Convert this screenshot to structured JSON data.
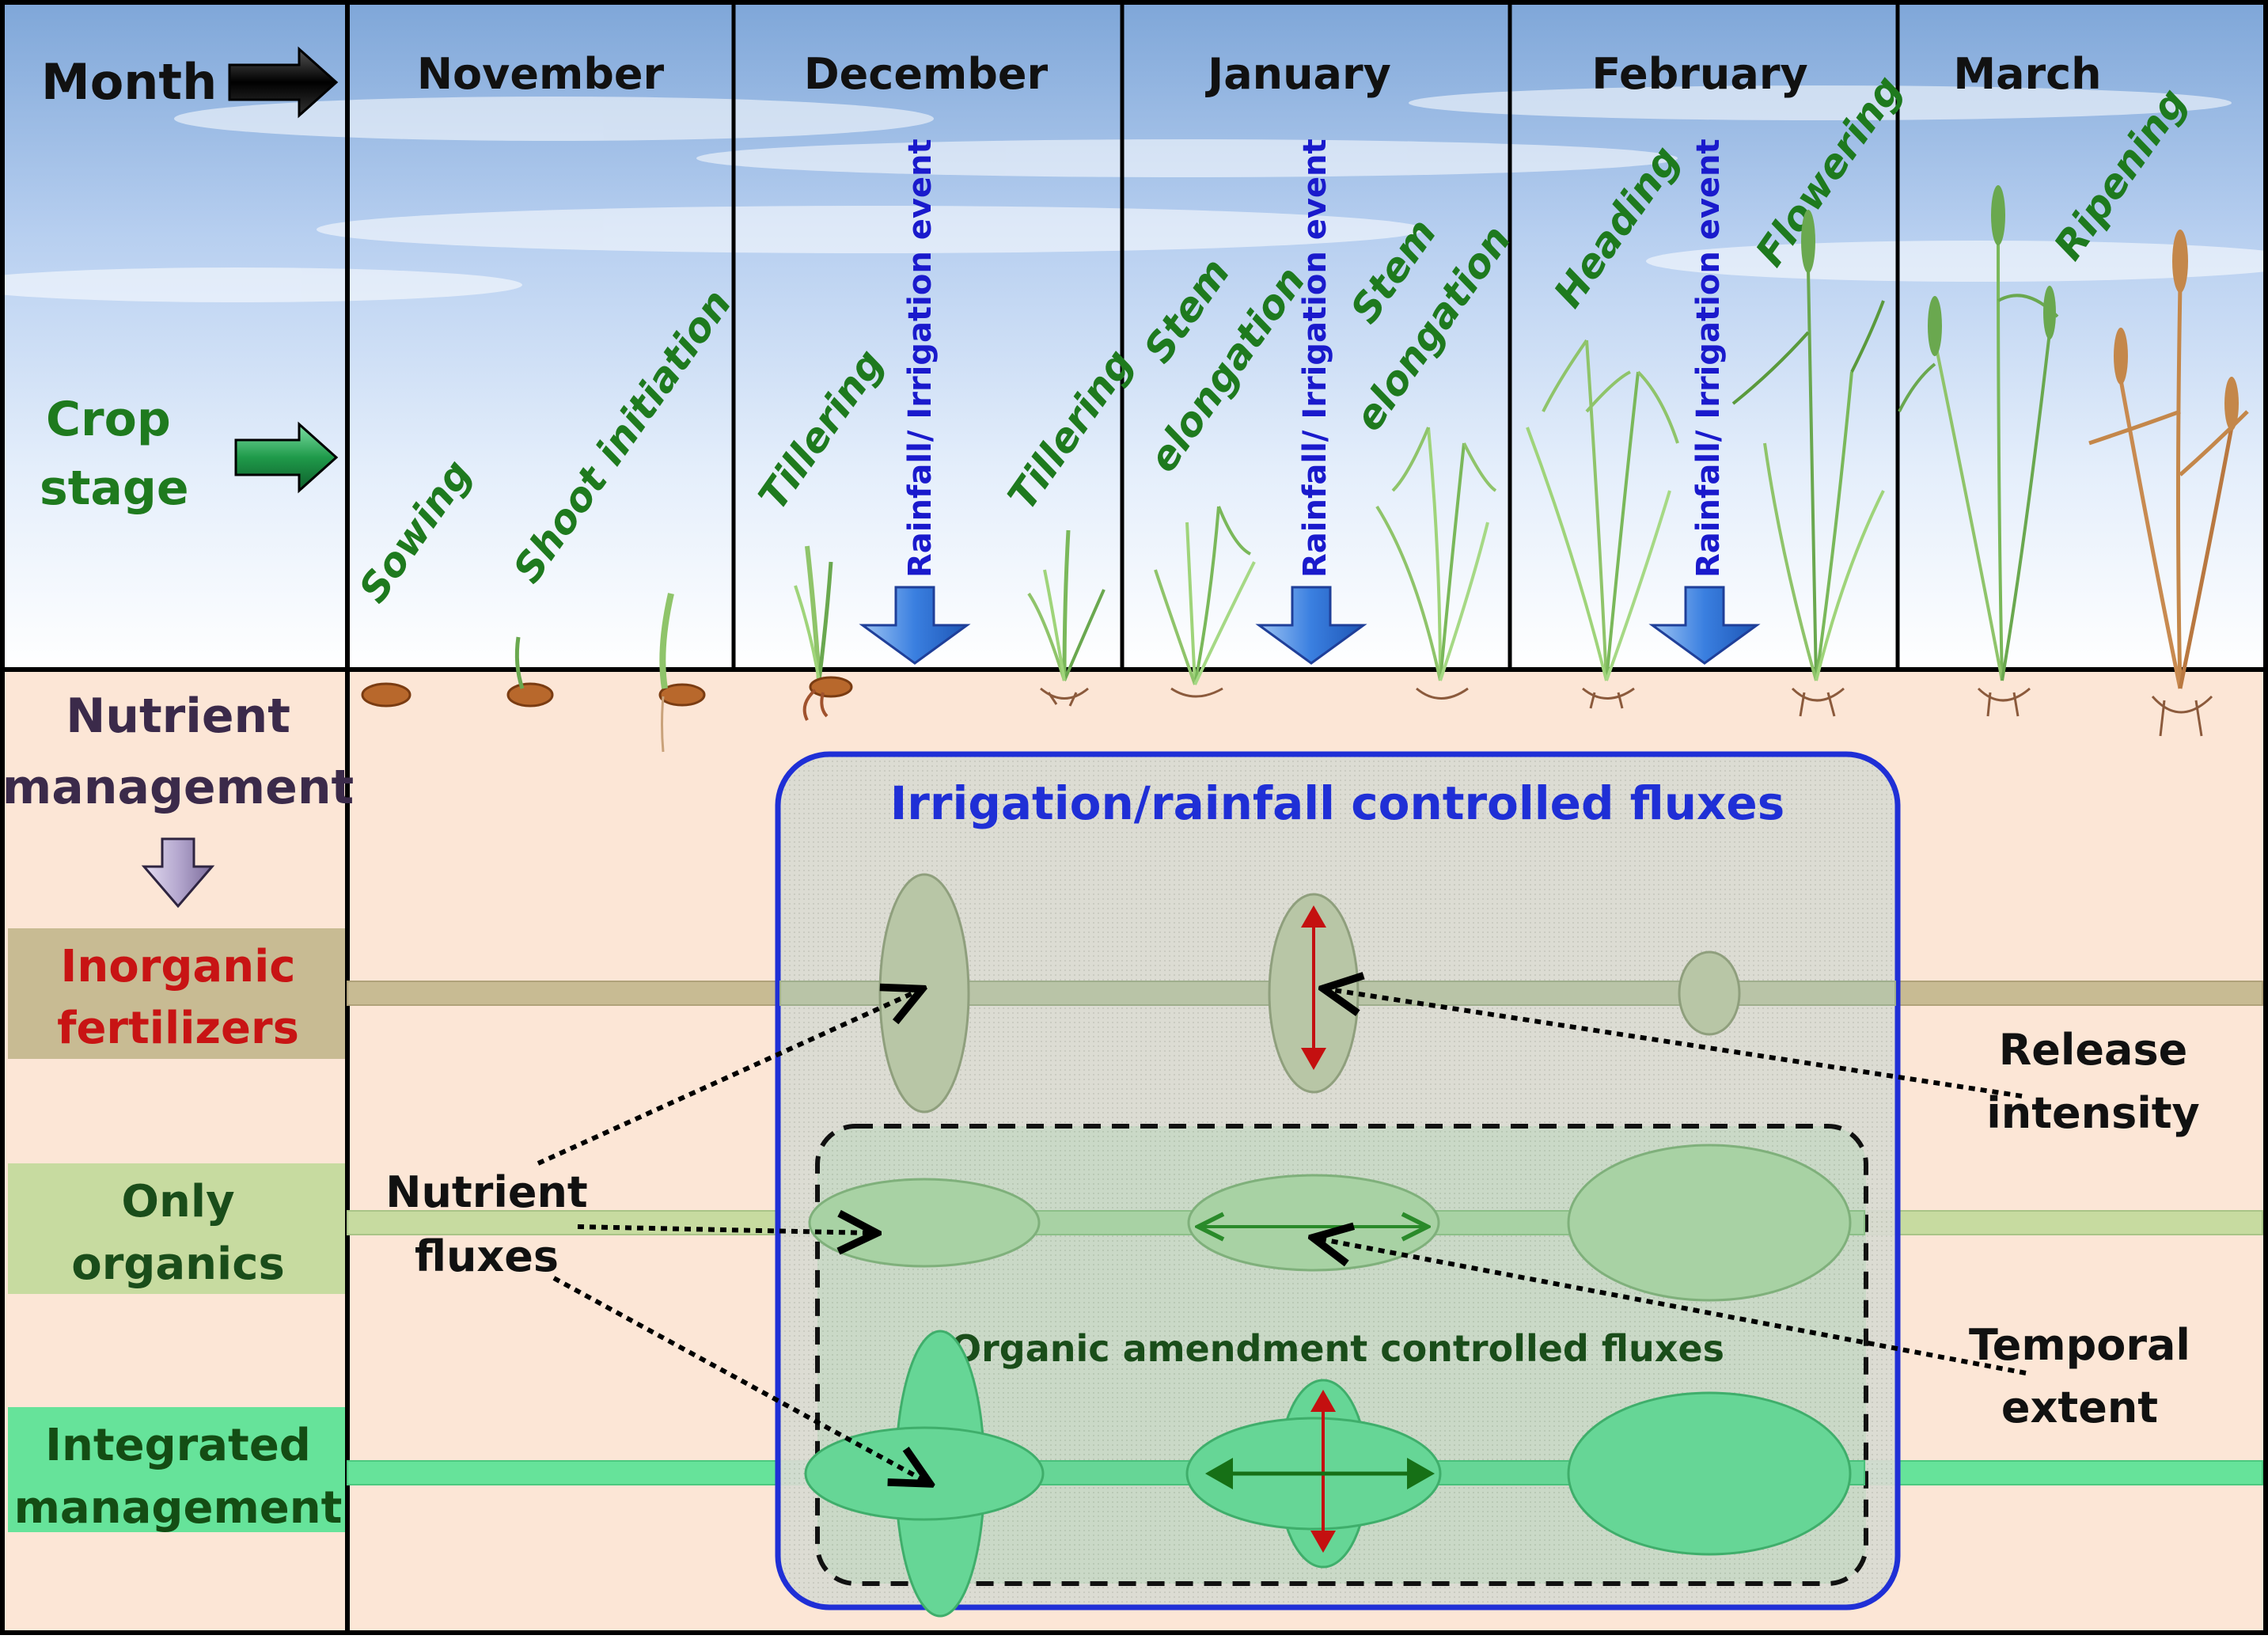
{
  "header": {
    "month_label": "Month",
    "crop_label_line1": "Crop",
    "crop_label_line2": "stage"
  },
  "months": [
    "November",
    "December",
    "January",
    "February",
    "March"
  ],
  "crop_stages": {
    "sowing": "Sowing",
    "shoot_initiation": "Shoot initiation",
    "tillering_1": "Tillering",
    "tillering_2": "Tillering",
    "stem_1": "Stem",
    "elongation_1": "elongation",
    "stem_2": "Stem",
    "elongation_2": "elongation",
    "heading": "Heading",
    "flowering": "Flowering",
    "ripening": "Ripening"
  },
  "events": {
    "rain_event_1": "Rainfall/ Irrigation event",
    "rain_event_2": "Rainfall/ Irrigation event",
    "rain_event_3": "Rainfall/ Irrigation event"
  },
  "nutrient": {
    "heading_line1": "Nutrient",
    "heading_line2": "management",
    "inorganic_line1": "Inorganic",
    "inorganic_line2": "fertilizers",
    "organics_line1": "Only",
    "organics_line2": "organics",
    "integrated_line1": "Integrated",
    "integrated_line2": "management"
  },
  "annotations": {
    "irrigation_box_title": "Irrigation/rainfall controlled fluxes",
    "organic_box_title": "Organic amendment controlled fluxes",
    "nutrient_fluxes_line1": "Nutrient",
    "nutrient_fluxes_line2": "fluxes",
    "release_line1": "Release",
    "release_line2": "intensity",
    "temporal_line1": "Temporal",
    "temporal_line2": "extent"
  },
  "colors": {
    "month_arrow": "#111111",
    "crop_arrow": "#1f9a4a",
    "crop_text": "#1e7a1e",
    "event_text": "#1a1acc",
    "inorganic_text": "#c81414",
    "organics_text": "#1a4d1a",
    "integrated_text": "#144d14",
    "nutrient_text": "#3b2a4a",
    "irrigation_box_border": "#1f2fd6",
    "irrigation_title": "#1f2fd6",
    "inorganic_band": "#c8bb93",
    "organics_band": "#c7dba0",
    "integrated_band": "#66e39a",
    "soil": "#fce6d6",
    "rain_arrow": "#3a7fe0",
    "release_arrow": "#c41010",
    "temporal_arrow": "#167016"
  }
}
